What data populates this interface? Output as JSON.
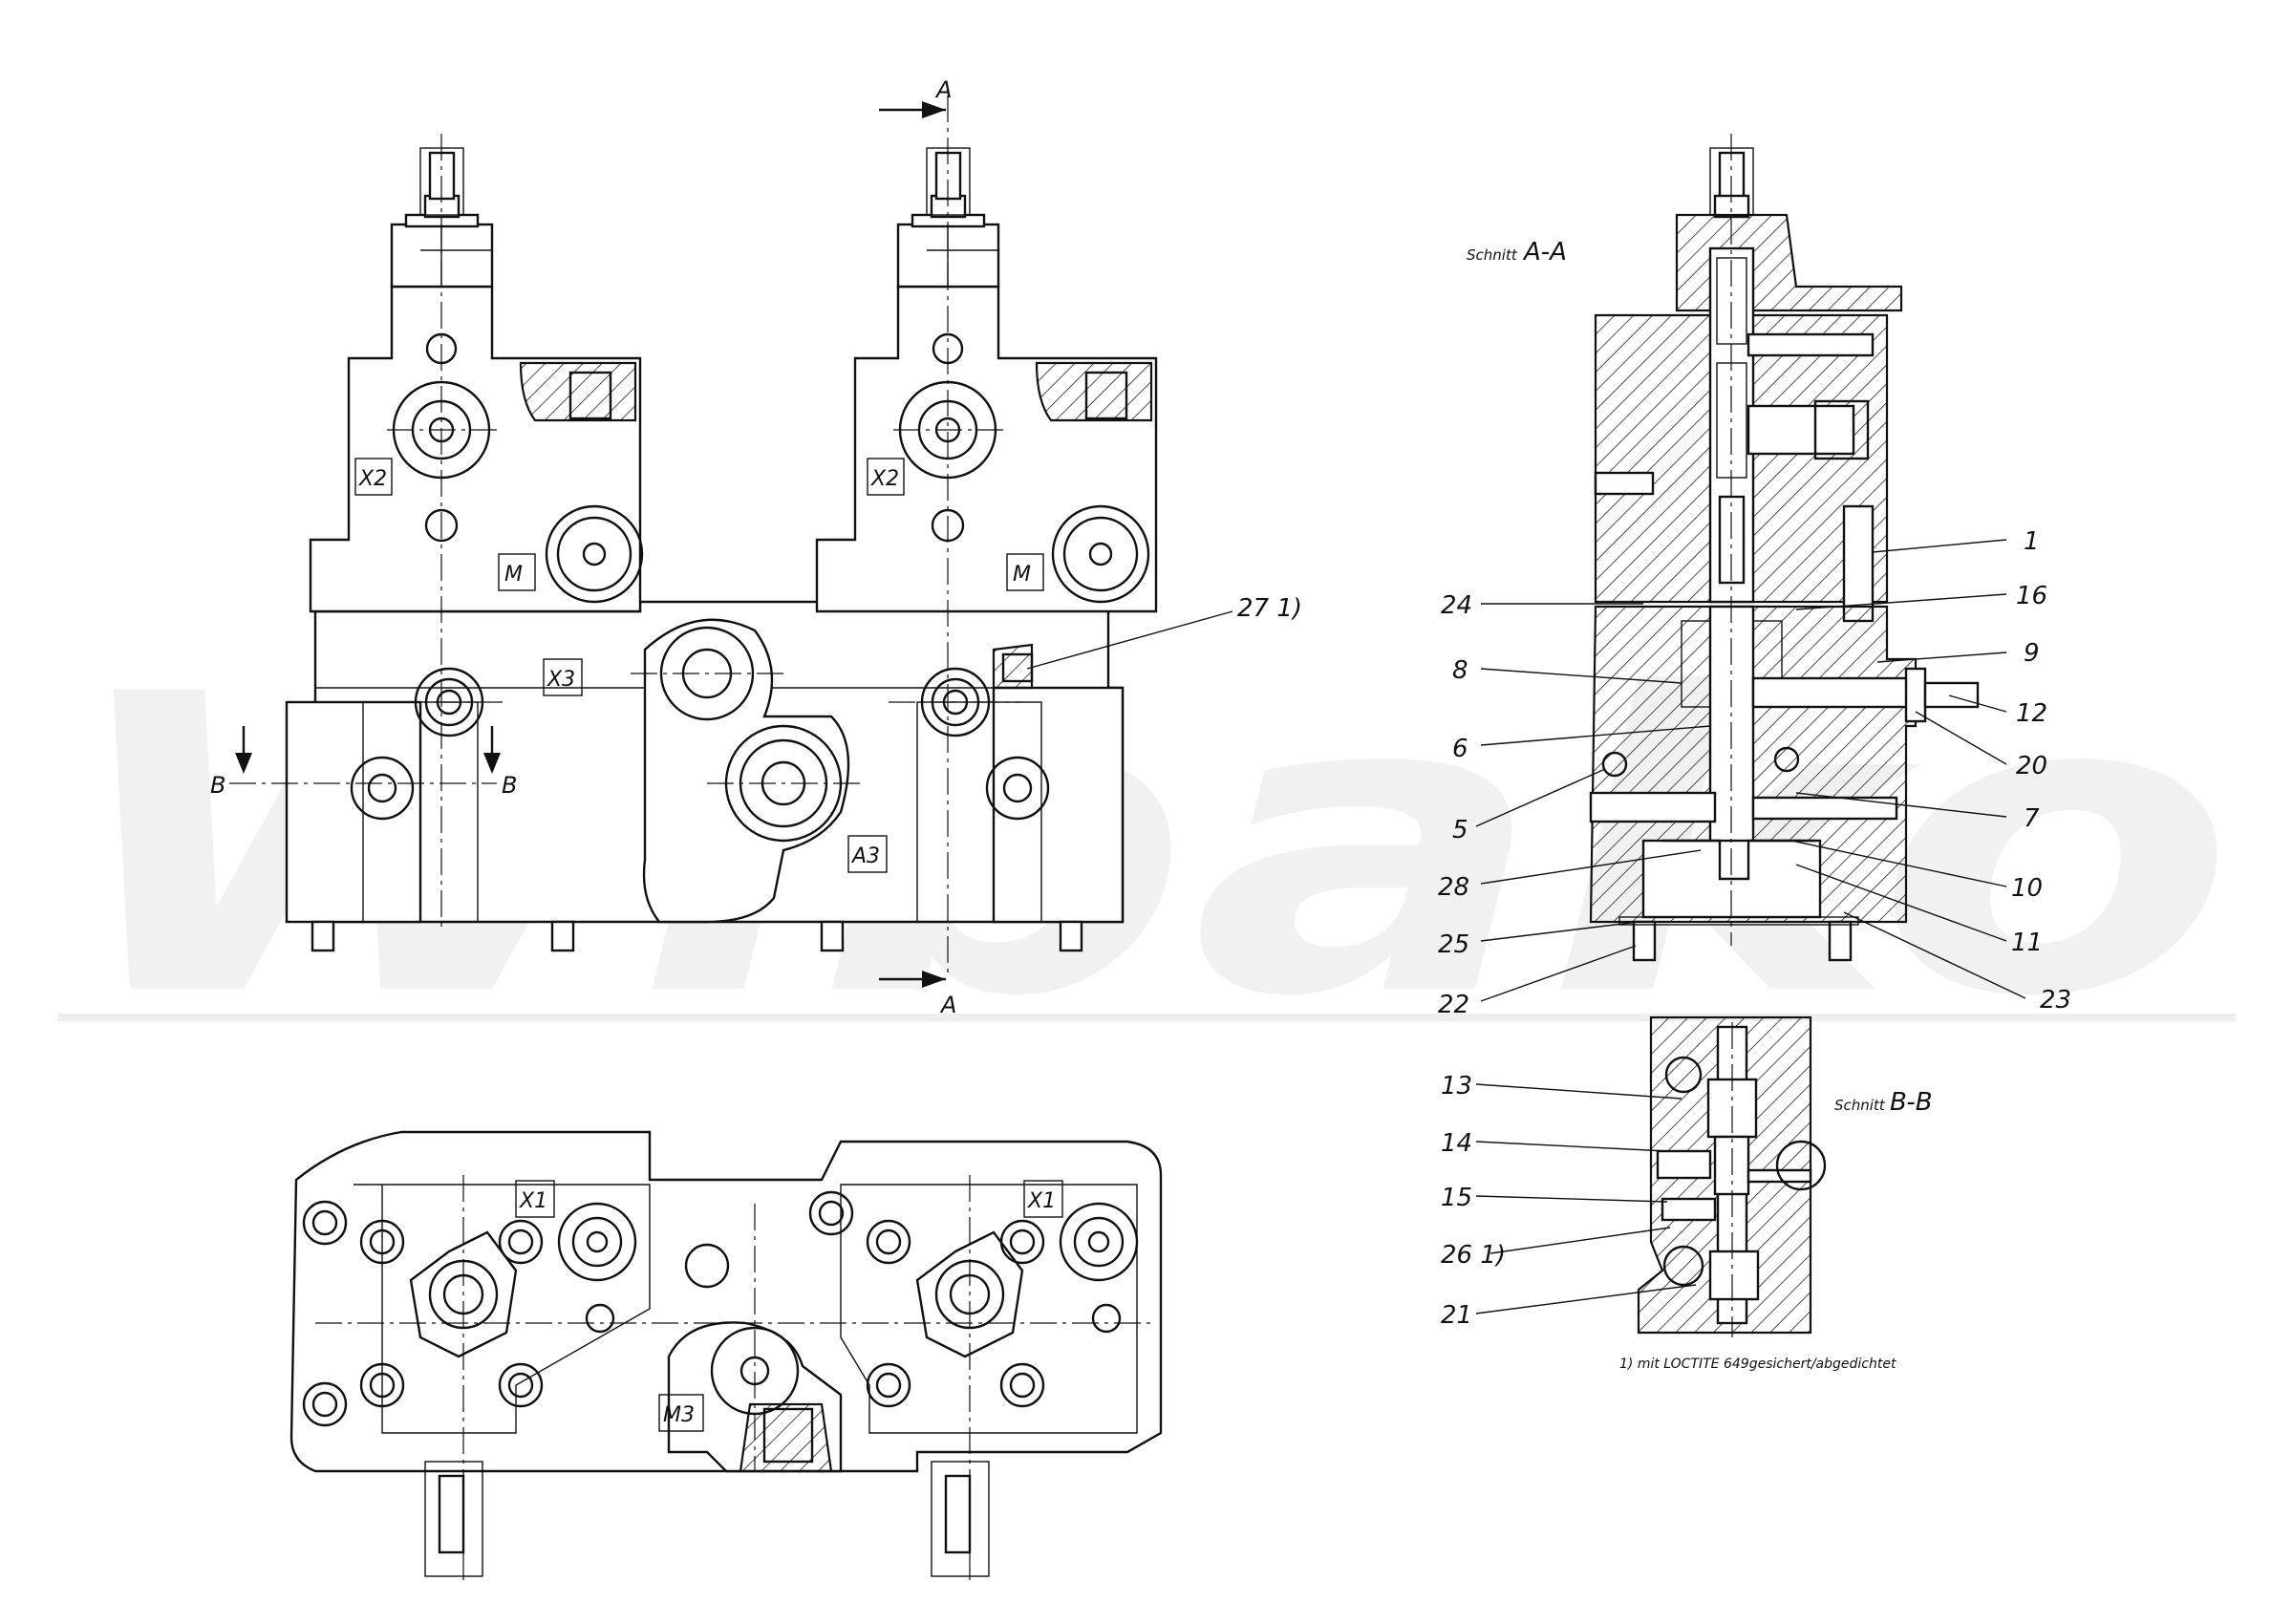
{
  "watermark": "Wibako",
  "section_aa": {
    "prefix": "Schnitt",
    "label": "A-A"
  },
  "section_bb": {
    "prefix": "Schnitt",
    "label": "B-B"
  },
  "cut_markers": {
    "a": "A",
    "b": "B"
  },
  "port_labels": {
    "x2": "X2",
    "m": "M",
    "x3": "X3",
    "a3": "A3",
    "x1": "X1",
    "m3": "M3"
  },
  "part_numbers": {
    "p1": "1",
    "p16": "16",
    "p9": "9",
    "p12": "12",
    "p20": "20",
    "p7": "7",
    "p10": "10",
    "p11": "11",
    "p23": "23",
    "p24": "24",
    "p8": "8",
    "p6": "6",
    "p5": "5",
    "p28": "28",
    "p25": "25",
    "p22": "22",
    "p27": "27 1)",
    "p13": "13",
    "p14": "14",
    "p15": "15",
    "p26": "26 1)",
    "p21": "21"
  },
  "footnote": "1) mit LOCTITE 649gesichert/abgedichtet"
}
